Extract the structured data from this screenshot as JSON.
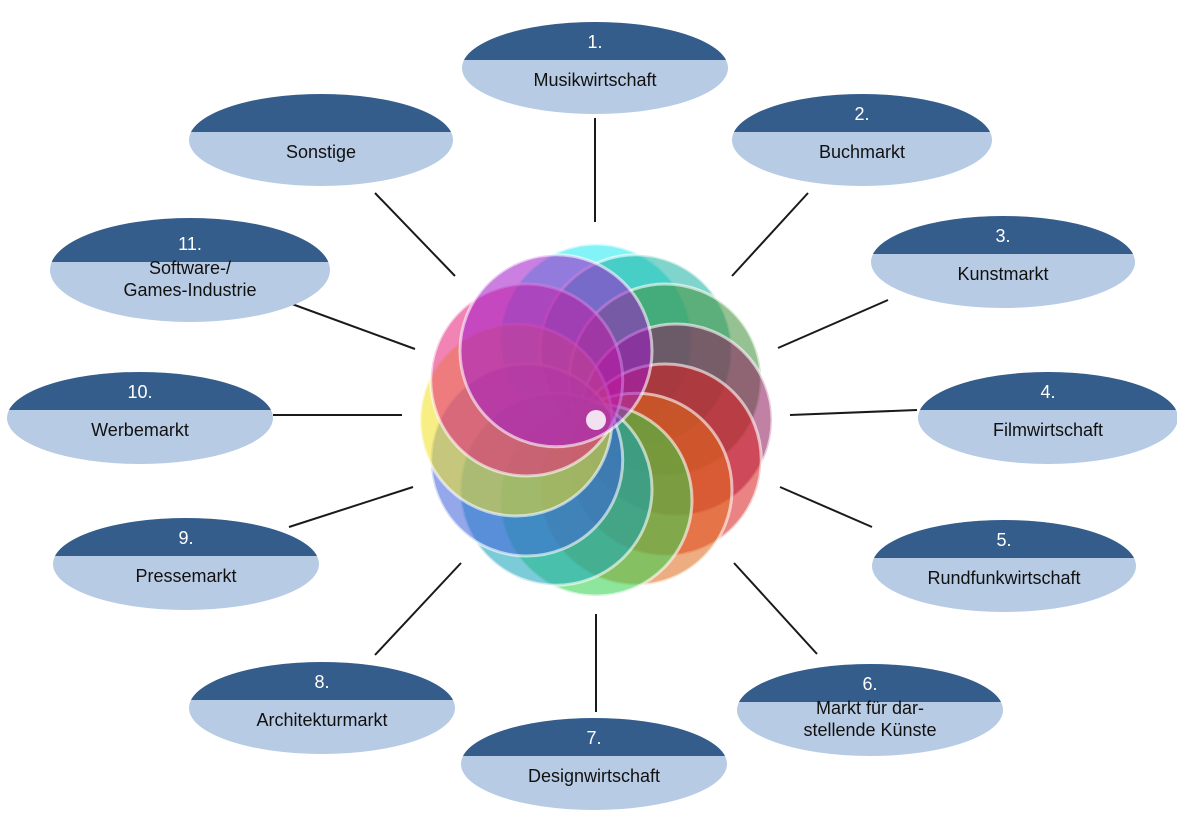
{
  "colors": {
    "ellipse_top": "#355d8b",
    "ellipse_bottom": "#b8cbe4",
    "connector": "#1a1a1a"
  },
  "segments": [
    {
      "id": "musikwirtschaft",
      "number": "1.",
      "lines": [
        "Musikwirtschaft"
      ]
    },
    {
      "id": "buchmarkt",
      "number": "2.",
      "lines": [
        "Buchmarkt"
      ]
    },
    {
      "id": "kunstmarkt",
      "number": "3.",
      "lines": [
        "Kunstmarkt"
      ]
    },
    {
      "id": "filmwirtschaft",
      "number": "4.",
      "lines": [
        "Filmwirtschaft"
      ]
    },
    {
      "id": "rundfunkwirtschaft",
      "number": "5.",
      "lines": [
        "Rundfunkwirtschaft"
      ]
    },
    {
      "id": "darstellende-kuenste",
      "number": "6.",
      "lines": [
        "Markt für dar-",
        "stellende Künste"
      ]
    },
    {
      "id": "designwirtschaft",
      "number": "7.",
      "lines": [
        "Designwirtschaft"
      ]
    },
    {
      "id": "architekturmarkt",
      "number": "8.",
      "lines": [
        "Architekturmarkt"
      ]
    },
    {
      "id": "pressemarkt",
      "number": "9.",
      "lines": [
        "Pressemarkt"
      ]
    },
    {
      "id": "werbemarkt",
      "number": "10.",
      "lines": [
        "Werbemarkt"
      ]
    },
    {
      "id": "software-games",
      "number": "11.",
      "lines": [
        "Software-/",
        "Games-Industrie"
      ]
    },
    {
      "id": "sonstige",
      "number": "",
      "lines": [
        "Sonstige"
      ]
    }
  ],
  "center_petal_colors": [
    "#1de9f0",
    "#16b0a0",
    "#3f8f3a",
    "#8c1a5a",
    "#d81e1e",
    "#e06a1a",
    "#2fd14a",
    "#10a0b8",
    "#3a5fd8",
    "#f0e020",
    "#e81e78",
    "#a018c8"
  ]
}
